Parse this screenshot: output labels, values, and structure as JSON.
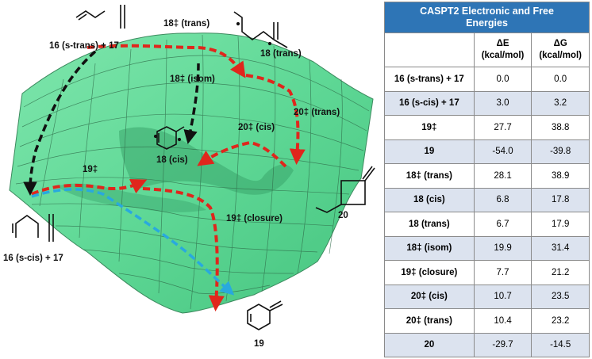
{
  "surface_labels": {
    "reactant_strans": "16 (s-trans) + 17",
    "ts18_trans": "18‡ (trans)",
    "int18_trans": "18 (trans)",
    "ts18_isom": "18‡ (isom)",
    "ts20_trans": "20‡ (trans)",
    "ts20_cis": "20‡ (cis)",
    "int18_cis": "18 (cis)",
    "ts19": "19‡",
    "ts19_closure": "19‡ (closure)",
    "reactant_scis": "16 (s-cis) + 17",
    "product20": "20",
    "product19": "19"
  },
  "table": {
    "title_line1": "CASPT2 Electronic and Free",
    "title_line2": "Energies",
    "col_dE": "ΔE",
    "col_dG": "ΔG",
    "unit_dE": "(kcal/mol)",
    "unit_dG": "(kcal/mol)",
    "rows": [
      {
        "species": "16 (s-trans) + 17",
        "dE": "0.0",
        "dG": "0.0"
      },
      {
        "species": "16 (s-cis) + 17",
        "dE": "3.0",
        "dG": "3.2"
      },
      {
        "species": "19‡",
        "dE": "27.7",
        "dG": "38.8"
      },
      {
        "species": "19",
        "dE": "-54.0",
        "dG": "-39.8"
      },
      {
        "species": "18‡ (trans)",
        "dE": "28.1",
        "dG": "38.9"
      },
      {
        "species": "18 (cis)",
        "dE": "6.8",
        "dG": "17.8"
      },
      {
        "species": "18 (trans)",
        "dE": "6.7",
        "dG": "17.9"
      },
      {
        "species": "18‡ (isom)",
        "dE": "19.9",
        "dG": "31.4"
      },
      {
        "species": "19‡ (closure)",
        "dE": "7.7",
        "dG": "21.2"
      },
      {
        "species": "20‡ (cis)",
        "dE": "10.7",
        "dG": "23.5"
      },
      {
        "species": "20‡ (trans)",
        "dE": "10.4",
        "dG": "23.2"
      },
      {
        "species": "20",
        "dE": "-29.7",
        "dG": "-14.5"
      }
    ]
  },
  "colors": {
    "surface": "#5fd896",
    "grid": "#2f6b49",
    "arrow_red": "#e0261c",
    "arrow_black": "#111111",
    "arrow_blue": "#29a9de",
    "table_header": "#2e75b6",
    "table_row_alt": "#dce3ef"
  }
}
